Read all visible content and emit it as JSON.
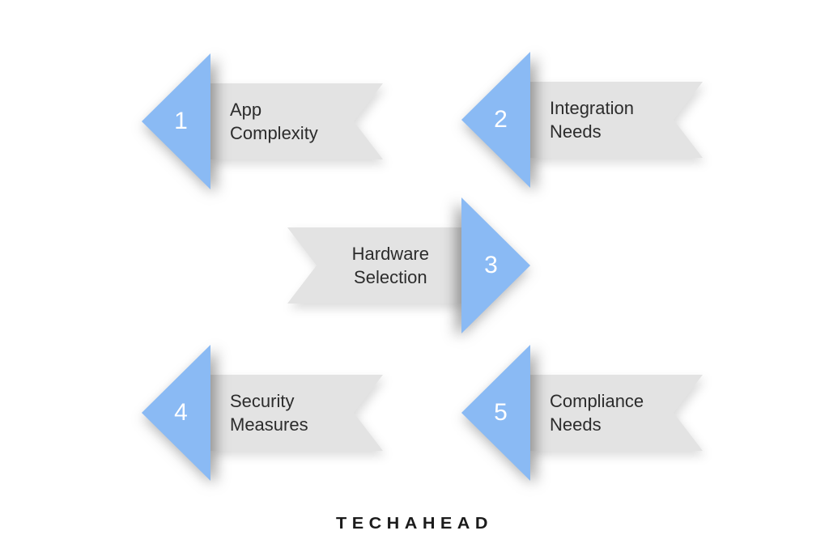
{
  "diagram": {
    "steps": [
      {
        "number": "1",
        "label": "App\nComplexity",
        "arrow_direction": "left"
      },
      {
        "number": "2",
        "label": "Integration\nNeeds",
        "arrow_direction": "left"
      },
      {
        "number": "3",
        "label": "Hardware\nSelection",
        "arrow_direction": "right"
      },
      {
        "number": "4",
        "label": "Security\nMeasures",
        "arrow_direction": "left"
      },
      {
        "number": "5",
        "label": "Compliance\nNeeds",
        "arrow_direction": "left"
      }
    ],
    "colors": {
      "arrow_blue": "#8ABAF4",
      "banner_gray": "#E3E3E3",
      "label_text": "#2C2C2C",
      "number_text": "#FFFFFF",
      "logo_text": "#1B1B1B",
      "background": "#FFFFFF"
    }
  },
  "footer": {
    "brand": "TECHAHEAD"
  }
}
